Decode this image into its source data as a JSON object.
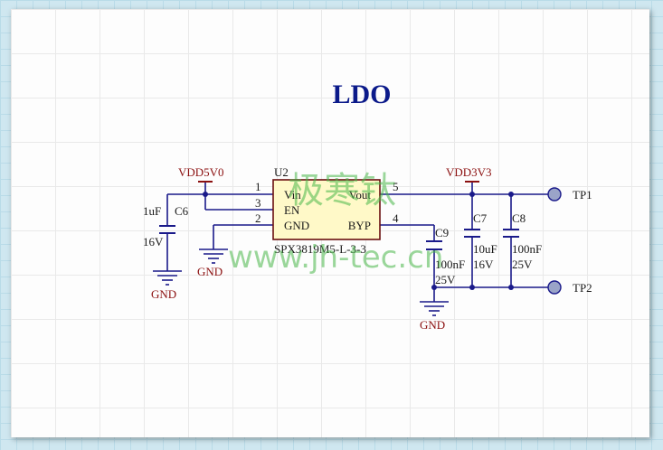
{
  "title": "LDO",
  "watermark": {
    "cn": "极寒钛",
    "url": "www.jh-tec.cn"
  },
  "chip": {
    "ref": "U2",
    "part": "SPX3819M5-L-3-3",
    "pins": {
      "vin": "Vin",
      "en": "EN",
      "gnd": "GND",
      "vout": "Vout",
      "byp": "BYP",
      "n1": "1",
      "n2": "2",
      "n3": "3",
      "n4": "4",
      "n5": "5"
    }
  },
  "power": {
    "vin": "VDD5V0",
    "vout": "VDD3V3",
    "gnd": "GND"
  },
  "caps": {
    "c6": {
      "ref": "C6",
      "value": "1uF",
      "voltage": "16V"
    },
    "c7": {
      "ref": "C7",
      "value": "10uF",
      "voltage": "16V"
    },
    "c8": {
      "ref": "C8",
      "value": "100nF",
      "voltage": "25V"
    },
    "c9": {
      "ref": "C9",
      "value": "100nF",
      "voltage": "25V"
    }
  },
  "testpoints": {
    "tp1": "TP1",
    "tp2": "TP2"
  },
  "colors": {
    "wire": "#1a1a8a",
    "power": "#8b1010",
    "chip_fill": "#fff9c8",
    "title": "#0b1a8a",
    "watermark": "#4ab84a"
  }
}
